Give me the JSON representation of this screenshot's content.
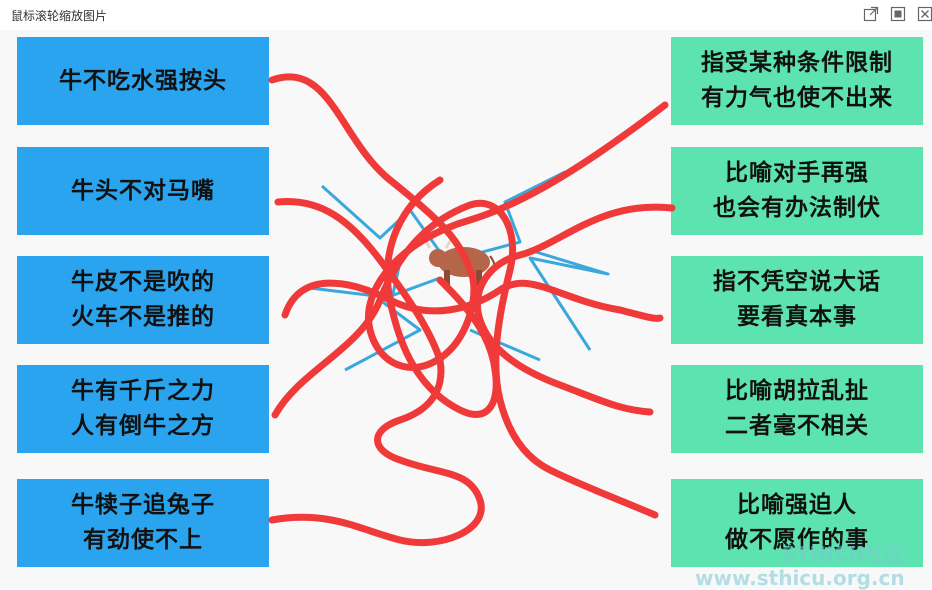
{
  "window": {
    "title": "鼠标滚轮缩放图片",
    "buttons": [
      "external-link-icon",
      "maximize-icon",
      "close-icon"
    ]
  },
  "left_items": [
    {
      "lines": [
        "牛不吃水强按头"
      ]
    },
    {
      "lines": [
        "牛头不对马嘴"
      ]
    },
    {
      "lines": [
        "牛皮不是吹的",
        "火车不是推的"
      ]
    },
    {
      "lines": [
        "牛有千斤之力",
        "人有倒牛之方"
      ]
    },
    {
      "lines": [
        "牛犊子追兔子",
        "有劲使不上"
      ]
    }
  ],
  "right_items": [
    {
      "lines": [
        "指受某种条件限制",
        "有力气也使不出来"
      ]
    },
    {
      "lines": [
        "比喻对手再强",
        "也会有办法制伏"
      ]
    },
    {
      "lines": [
        "指不凭空说大话",
        "要看真本事"
      ]
    },
    {
      "lines": [
        "比喻胡拉乱扯",
        "二者毫不相关"
      ]
    },
    {
      "lines": [
        "比喻强迫人",
        "做不愿作的事"
      ]
    }
  ],
  "colors": {
    "left_box": "#2aa4ee",
    "right_box": "#5ce3b0",
    "scribble": "#f03a3a",
    "lightning": "#3aa8dc",
    "bull": "#b5664a"
  },
  "center_image": {
    "icon": "bull-icon"
  },
  "watermark": {
    "lines": [
      "STHICU社区",
      "www.sthicu.org.cn"
    ]
  }
}
